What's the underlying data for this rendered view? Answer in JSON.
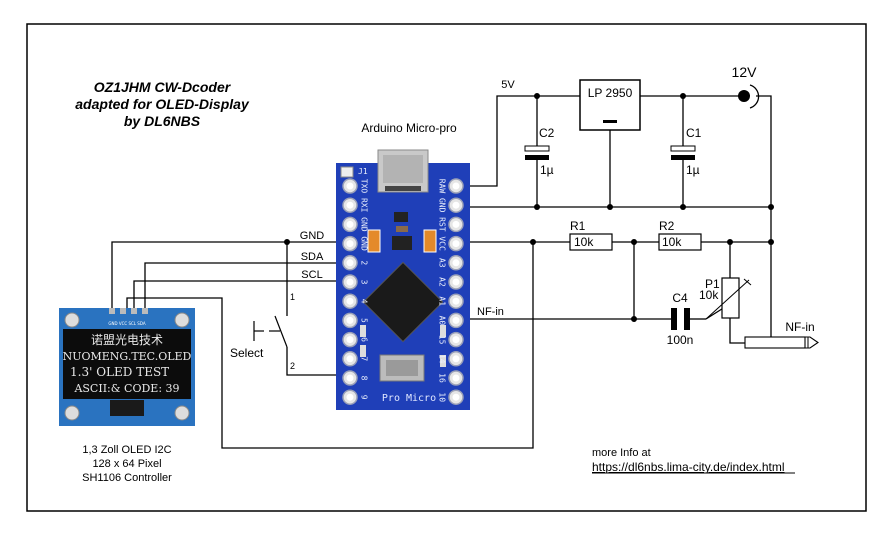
{
  "title": {
    "line1": "OZ1JHM CW-Dcoder",
    "line2": "adapted for OLED-Display",
    "line3": "by DL6NBS"
  },
  "arduino": {
    "label": "Arduino Micro-pro",
    "silkscreen": "Pro Micro",
    "jumper_label": "J1",
    "left_pins": [
      "TXO",
      "RXI",
      "GND",
      "GND",
      "2",
      "3",
      "4",
      "5",
      "6",
      "7",
      "8",
      "9"
    ],
    "right_pins": [
      "RAW",
      "GND",
      "RST",
      "VCC",
      "A3",
      "A2",
      "A1",
      "A0",
      "15",
      "14",
      "16",
      "10"
    ]
  },
  "oled": {
    "pin_header": "GND VCC SCL SDA",
    "screen_lines": [
      "诺盟光电技术",
      "NUOMENG.TEC.OLED",
      "1.3' OLED TEST",
      "ASCII:& CODE: 39"
    ],
    "caption": [
      "1,3 Zoll OLED I2C",
      "128 x 64 Pixel",
      "SH1106 Controller"
    ]
  },
  "nets": {
    "gnd": "GND",
    "sda": "SDA",
    "scl": "SCL",
    "nf_in": "NF-in",
    "v5": "5V",
    "v12": "12V"
  },
  "switch": {
    "label": "Select",
    "pin1": "1",
    "pin2": "2"
  },
  "components": {
    "regulator": "LP 2950",
    "c1": {
      "name": "C1",
      "value": "1µ"
    },
    "c2": {
      "name": "C2",
      "value": "1µ"
    },
    "c4": {
      "name": "C4",
      "value": "100n"
    },
    "r1": {
      "name": "R1",
      "value": "10k"
    },
    "r2": {
      "name": "R2",
      "value": "10k"
    },
    "p1": {
      "name": "P1",
      "value": "10k"
    },
    "jack": "NF-in"
  },
  "info": {
    "line1": "more Info at",
    "url": "https://dl6nbs.lima-city.de/index.html"
  },
  "colors": {
    "pcb_blue": "#1f3fb8",
    "oled_blue": "#2a73c0",
    "oled_screen": "#0c0c0c",
    "tantalum": "#e48a2a"
  }
}
